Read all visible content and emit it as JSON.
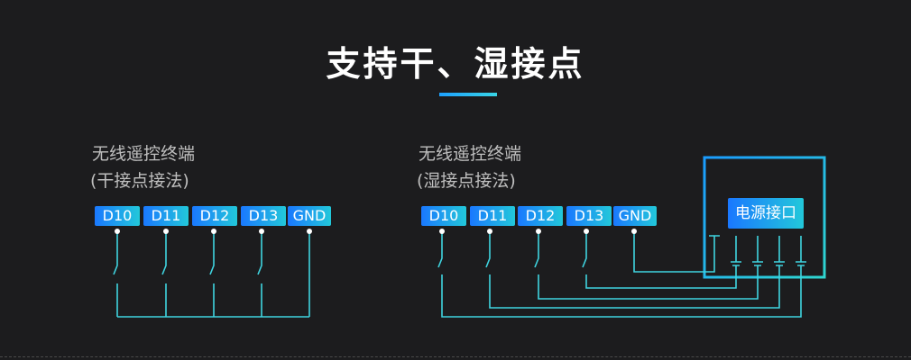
{
  "title": "支持干、湿接点",
  "left_panel": {
    "label_line1": "无线遥控终端",
    "label_line2": "(干接点接法)",
    "pins": [
      "D10",
      "D11",
      "D12",
      "D13",
      "GND"
    ]
  },
  "right_panel": {
    "label_line1": "无线遥控终端",
    "label_line2": "(湿接点接法)",
    "pins": [
      "D10",
      "D11",
      "D12",
      "D13",
      "GND"
    ],
    "power_label": "电源接口"
  },
  "colors": {
    "background": "#1c1c1e",
    "accent_start": "#1a78ff",
    "accent_end": "#22c8da",
    "wire": "#3fd4e0"
  }
}
